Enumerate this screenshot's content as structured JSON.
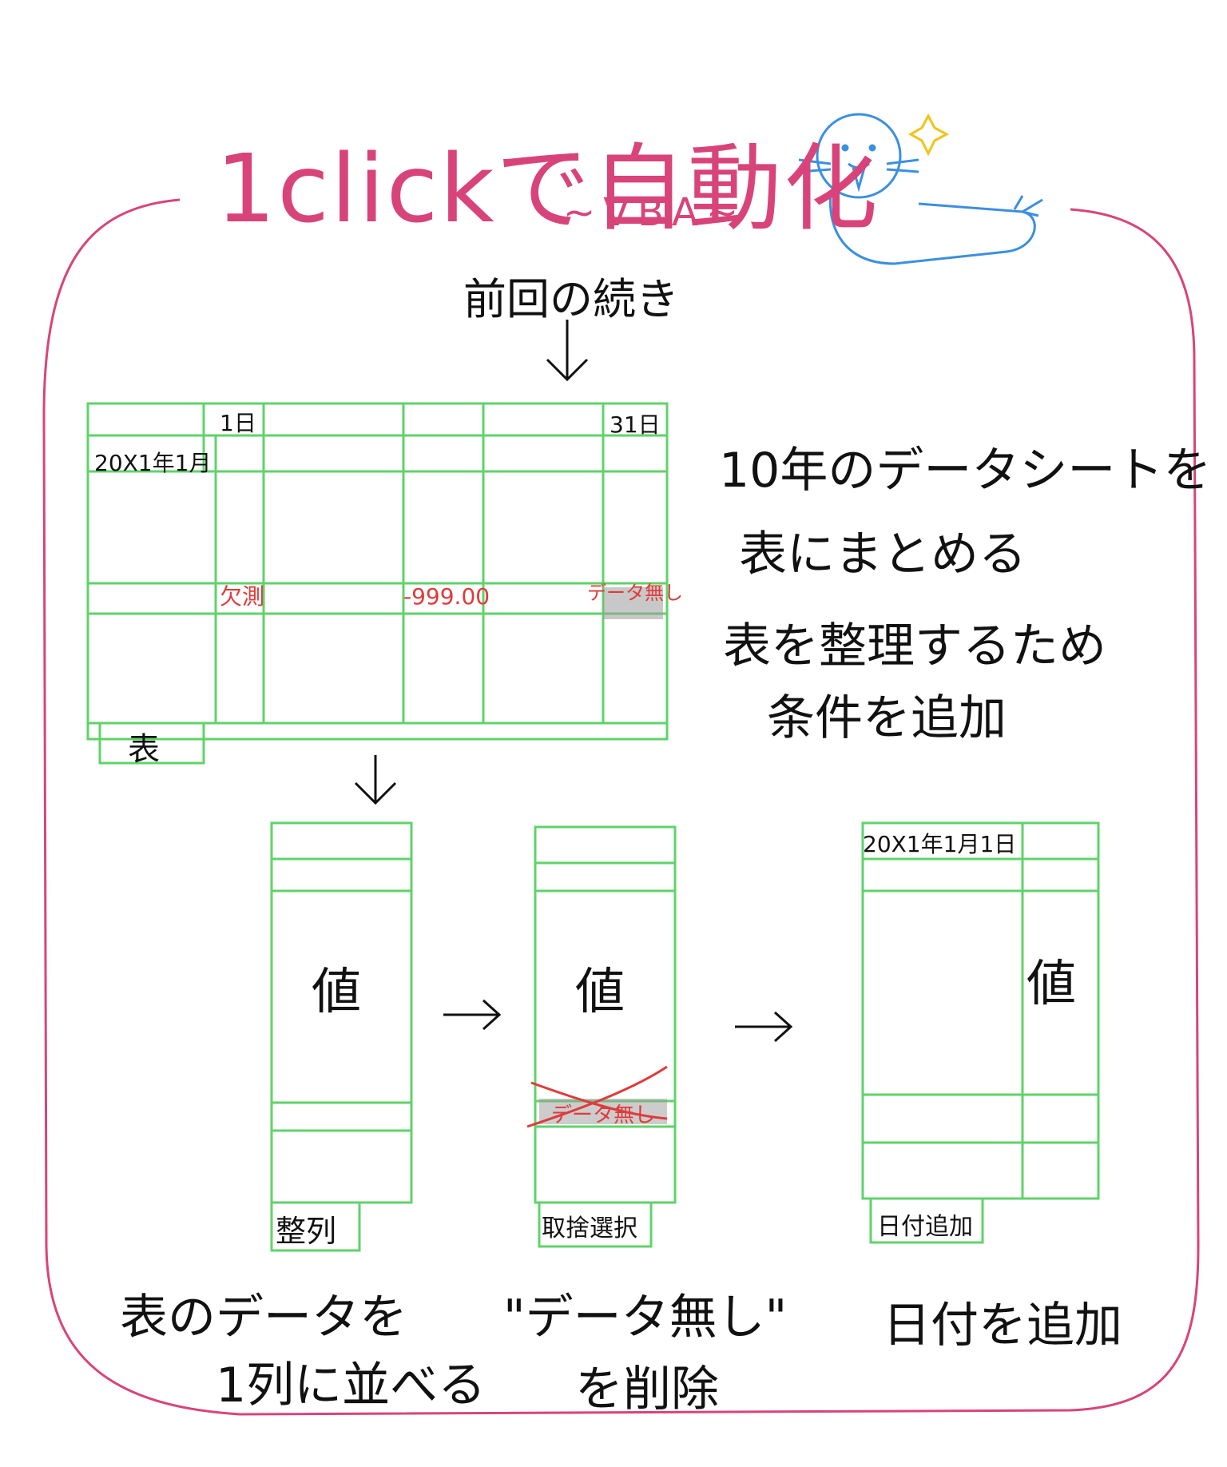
{
  "title": "1clickで自動化",
  "subtitle": "~VBA~",
  "continuation_label": "前回の続き",
  "top_table": {
    "header_day_first": "1日",
    "header_day_last": "31日",
    "row_label": "20X1年1月",
    "missing_label": "欠測",
    "value_label": "-999.00",
    "no_data_label": "データ無し",
    "tab_label": "表"
  },
  "description_lines": [
    "10年のデータシートを",
    "表にまとめる",
    "表を整理するため",
    "条件を追加"
  ],
  "steps": [
    {
      "value_label": "値",
      "tab_label": "整列",
      "caption_lines": [
        "表のデータを",
        "1列に並べる"
      ]
    },
    {
      "value_label": "値",
      "no_data_label": "データ無し",
      "tab_label": "取捨選択",
      "caption_lines": [
        "\"データ無し\"",
        "を削除"
      ]
    },
    {
      "value_label": "値",
      "date_label": "20X1年1月1日",
      "tab_label": "日付追加",
      "caption_lines": [
        "日付を追加"
      ]
    }
  ],
  "colors": {
    "title": "#d8447a",
    "frame": "#d8447a",
    "grid": "#5fd36a",
    "annotation": "#e03a3a",
    "mascot": "#3b8fe0",
    "sparkle": "#f0c419"
  },
  "icons": [
    "seal-mascot-icon",
    "sparkle-icon",
    "down-arrow-icon",
    "right-arrow-icon",
    "cross-out-icon"
  ]
}
